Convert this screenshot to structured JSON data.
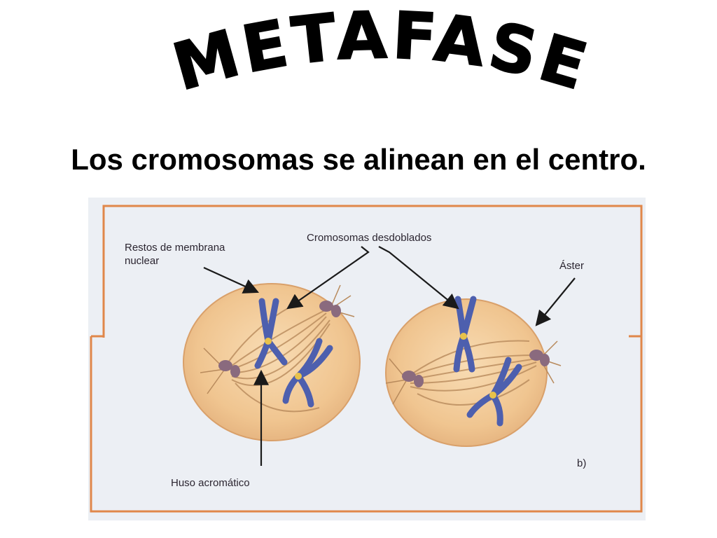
{
  "title": "METAFASE",
  "subtitle": "Los cromosomas se alinean en el centro.",
  "figure": {
    "labels": {
      "membrane_line1": "Restos de membrana",
      "membrane_line2": "nuclear",
      "chromosomes": "Cromosomas desdoblados",
      "aster": "Áster",
      "spindle": "Huso acromático",
      "panel": "b)"
    },
    "colors": {
      "cell": "#f2c99a",
      "chromosome": "#4d5fae",
      "centromere": "#e8c24a",
      "centriole": "#8a6a7e",
      "border": "#e0874a",
      "background": "#eceff4"
    }
  }
}
